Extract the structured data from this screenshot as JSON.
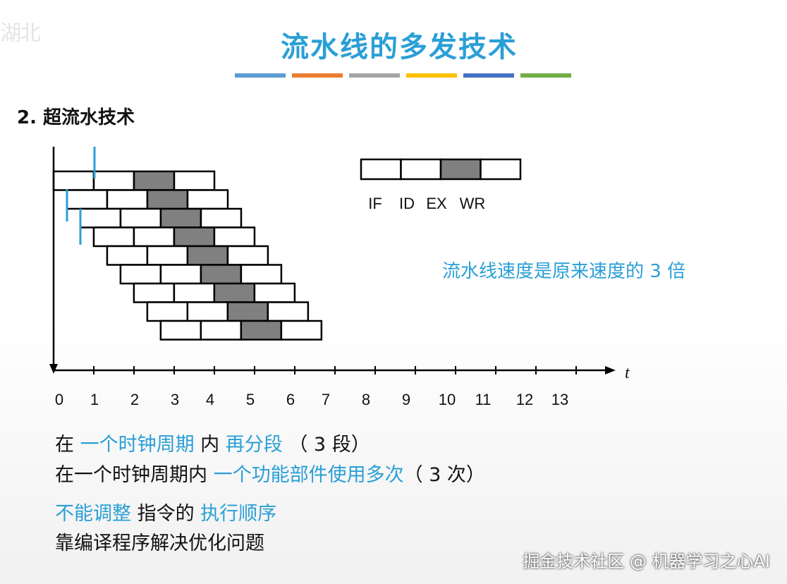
{
  "slide": {
    "logo_text": "湖北",
    "title": "流水线的多发技术",
    "color_bars": [
      "#5b9bd5",
      "#ed7d31",
      "#a5a5a5",
      "#ffc000",
      "#4472c4",
      "#70ad47"
    ],
    "section_heading": "2. 超流水技术"
  },
  "diagram": {
    "instruction_count": 9,
    "start_offset_per_instruction": 0.333,
    "stage_width": 1,
    "stages": [
      "IF",
      "ID",
      "EX",
      "WR"
    ],
    "shaded_stage": "EX",
    "shaded_color": "#808080",
    "marker_color": "#2a9fd6",
    "axis_label": "t",
    "x_ticks": [
      "0",
      "1",
      "2",
      "3",
      "4",
      "5",
      "6",
      "7",
      "8",
      "9",
      "10",
      "11",
      "12",
      "13"
    ]
  },
  "speed_note": {
    "prefix": "流水线速度是原来速度的 ",
    "factor": "3",
    "suffix": " 倍"
  },
  "notes": {
    "line1": {
      "p1": "在 ",
      "h1": "一个时钟周期",
      "p2": " 内 ",
      "h2": "再分段",
      "p3": " （ 3 段）"
    },
    "line2": {
      "p1": "在一个时钟周期内 ",
      "h1": "一个功能部件使用多次",
      "p2": "（ 3 次）"
    },
    "line3": {
      "h1": "不能调整",
      "p1": " 指令的 ",
      "h2": "执行顺序"
    },
    "line4": {
      "p1": "靠编译程序解决优化问题"
    }
  },
  "footer": {
    "credit": "掘金技术社区 @ 机器学习之心AI"
  }
}
